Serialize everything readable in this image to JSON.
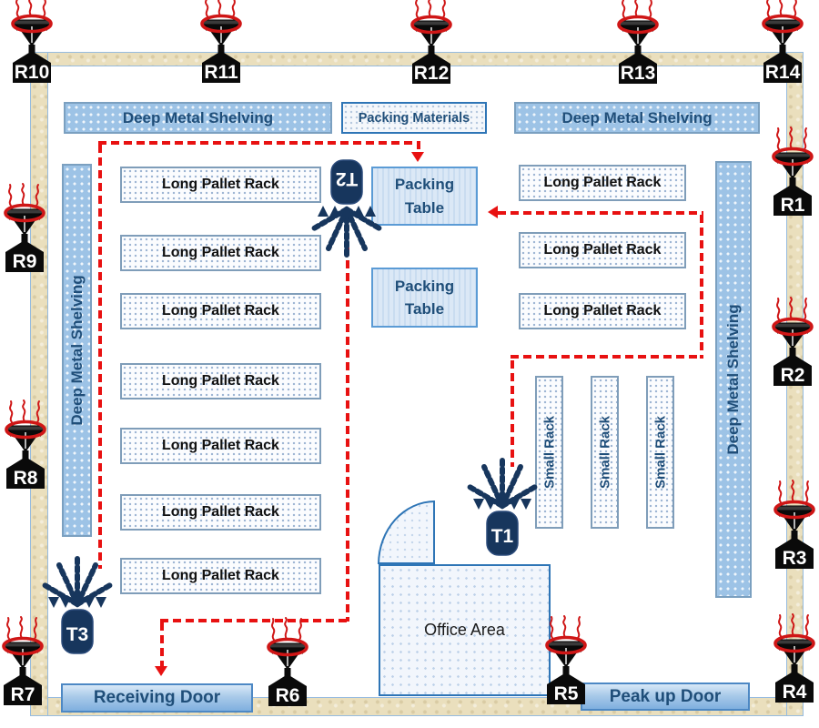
{
  "routers": {
    "r1": "R1",
    "r2": "R2",
    "r3": "R3",
    "r4": "R4",
    "r5": "R5",
    "r6": "R6",
    "r7": "R7",
    "r8": "R8",
    "r9": "R9",
    "r10": "R10",
    "r11": "R11",
    "r12": "R12",
    "r13": "R13",
    "r14": "R14"
  },
  "tags": {
    "t1": "T1",
    "t2": "T2",
    "t3": "T3"
  },
  "areas": {
    "shelving_top_left": "Deep Metal Shelving",
    "packing_materials": "Packing Materials",
    "shelving_top_right": "Deep Metal Shelving",
    "shelving_left": "Deep Metal Shelving",
    "shelving_right": "Deep Metal Shelving",
    "packing_table_1": "Packing\nTable",
    "packing_table_2": "Packing\nTable",
    "office": "Office Area",
    "left_racks": [
      "Long Pallet Rack",
      "Long Pallet Rack",
      "Long Pallet Rack",
      "Long Pallet Rack",
      "Long Pallet Rack",
      "Long Pallet Rack",
      "Long Pallet Rack"
    ],
    "right_racks": [
      "Long Pallet Rack",
      "Long Pallet Rack",
      "Long Pallet Rack"
    ],
    "small_racks": [
      "Small Rack",
      "Small Rack",
      "Small Rack"
    ]
  },
  "doors": {
    "receiving": "Receiving Door",
    "pickup": "Peak up Door"
  },
  "colors": {
    "path_red": "#e81111",
    "shelving_blue": "#9dc3e6",
    "navy_text": "#1f4e79",
    "tag_navy": "#17365d",
    "wall_tan": "#eadfbd",
    "router_black": "#000000"
  }
}
